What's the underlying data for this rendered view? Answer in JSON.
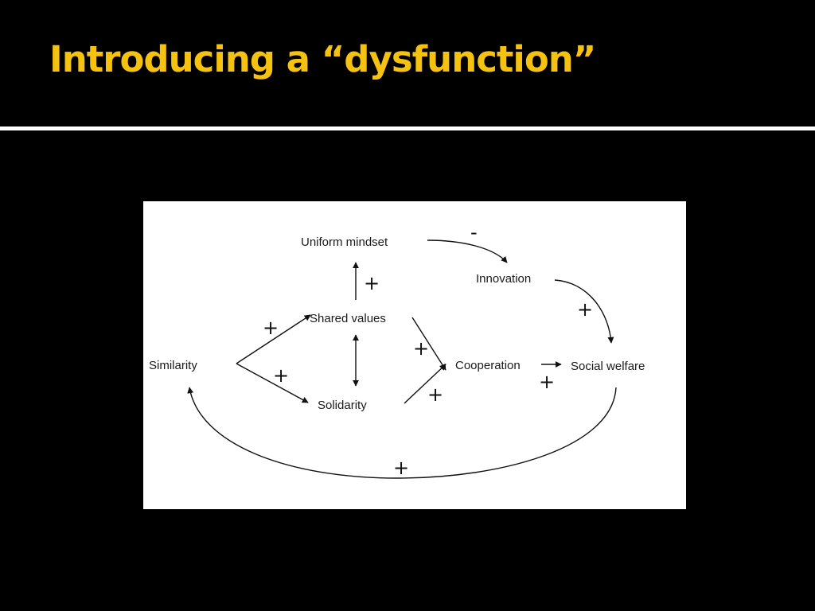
{
  "slide": {
    "title": "Introducing a “dysfunction”",
    "title_color": "#f5c20f",
    "background": "#000000",
    "rule_color": "#ffffff"
  },
  "diagram": {
    "nodes": {
      "uniform_mindset": "Uniform mindset",
      "innovation": "Innovation",
      "shared_values": "Shared values",
      "similarity": "Similarity",
      "cooperation": "Cooperation",
      "social_welfare": "Social welfare",
      "solidarity": "Solidarity"
    },
    "edges": [
      {
        "from": "Uniform mindset",
        "to": "Innovation",
        "sign": "-"
      },
      {
        "from": "Shared values",
        "to": "Uniform mindset",
        "sign": "+"
      },
      {
        "from": "Innovation",
        "to": "Social welfare",
        "sign": "+"
      },
      {
        "from": "Similarity",
        "to": "Shared values",
        "sign": "+"
      },
      {
        "from": "Similarity",
        "to": "Solidarity",
        "sign": "+"
      },
      {
        "from": "Shared values",
        "to": "Cooperation",
        "sign": "+"
      },
      {
        "from": "Solidarity",
        "to": "Cooperation",
        "sign": "+"
      },
      {
        "from": "Shared values",
        "to": "Solidarity",
        "sign": "",
        "bidirectional": true
      },
      {
        "from": "Cooperation",
        "to": "Social welfare",
        "sign": "+"
      },
      {
        "from": "Social welfare",
        "to": "Similarity",
        "sign": "+"
      }
    ]
  }
}
